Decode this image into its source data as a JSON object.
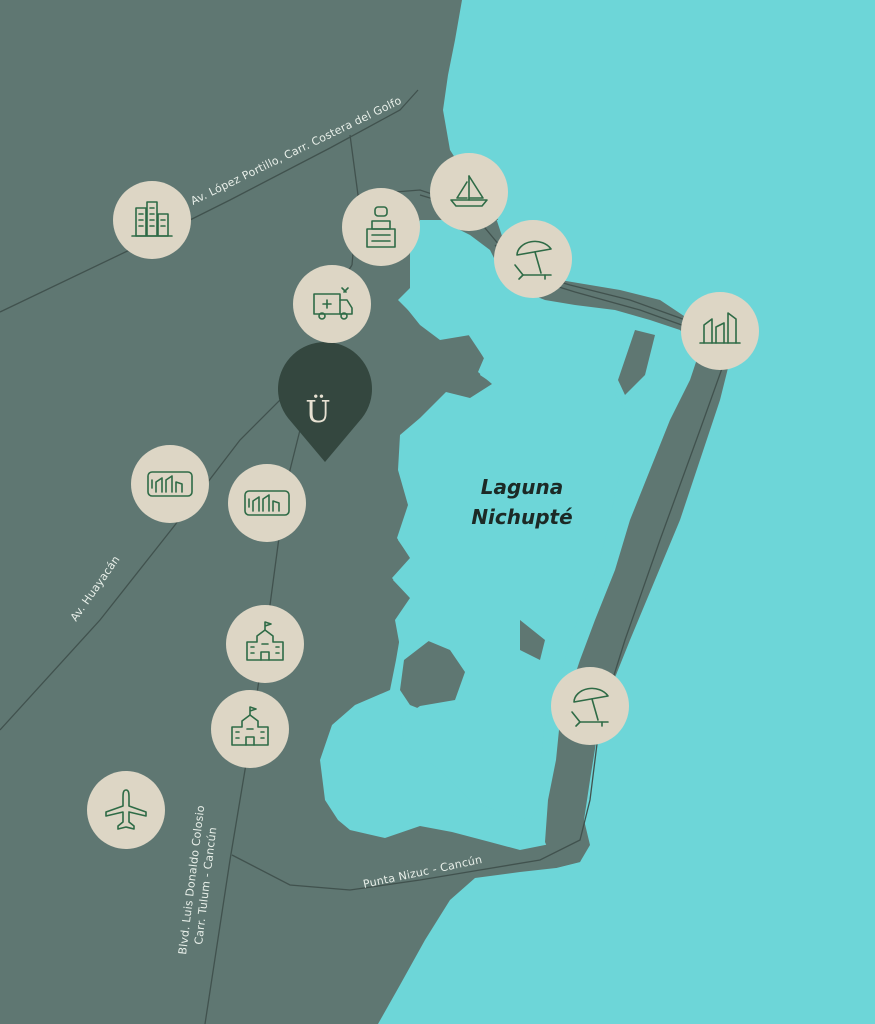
{
  "colors": {
    "sea": "#6dd6d8",
    "land": "#5f7772",
    "road": "#41524e",
    "poi_background": "#ddd6c5",
    "icon": "#2e6b46",
    "pin": "#34473f"
  },
  "labels": {
    "lagoon_line1": "Laguna",
    "lagoon_line2": "Nichupté",
    "pin_letter": "Ü",
    "road_lopez_portillo": "Av. López Portillo, Carr. Costera del Golfo",
    "road_huayacan": "Av. Huayacán",
    "road_colosio_line1": "Blvd. Luis Donaldo Colosio",
    "road_colosio_line2": "Carr. Tulum - Cancún",
    "road_punta_nizuc": "Punta Nizuc - Cancún"
  },
  "markers": [
    {
      "id": "sailboat",
      "icon": "sailboat-icon"
    },
    {
      "id": "reception",
      "icon": "reception-desk-icon"
    },
    {
      "id": "beach-north",
      "icon": "beach-umbrella-icon"
    },
    {
      "id": "ambulance",
      "icon": "ambulance-icon"
    },
    {
      "id": "buildings-nw",
      "icon": "buildings-icon"
    },
    {
      "id": "buildings-east",
      "icon": "buildings-icon"
    },
    {
      "id": "mall-west",
      "icon": "shopping-center-icon"
    },
    {
      "id": "mall-center",
      "icon": "shopping-center-icon"
    },
    {
      "id": "school-1",
      "icon": "school-icon"
    },
    {
      "id": "school-2",
      "icon": "school-icon"
    },
    {
      "id": "beach-south",
      "icon": "beach-umbrella-icon"
    },
    {
      "id": "airport",
      "icon": "airplane-icon"
    },
    {
      "id": "location-pin",
      "icon": "location-pin-icon"
    }
  ]
}
